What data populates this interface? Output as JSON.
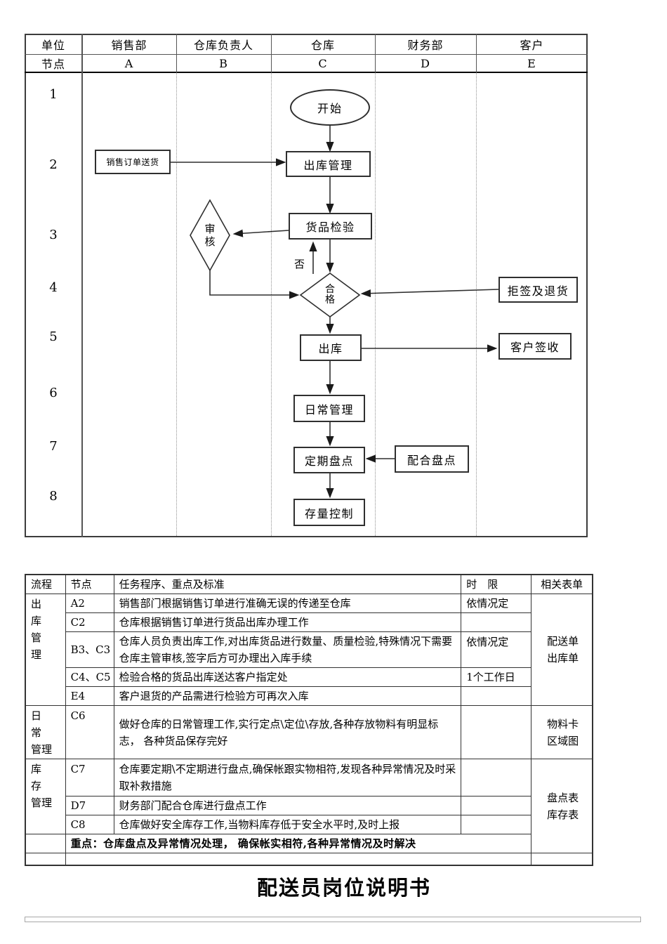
{
  "page_title": "配送员岗位说明书",
  "flowchart": {
    "header": {
      "unit": "单位",
      "node": "节点",
      "columns": [
        {
          "name": "销售部",
          "code": "A"
        },
        {
          "name": "仓库负责人",
          "code": "B"
        },
        {
          "name": "仓库",
          "code": "C"
        },
        {
          "name": "财务部",
          "code": "D"
        },
        {
          "name": "客户",
          "code": "E"
        }
      ]
    },
    "row_numbers": [
      "1",
      "2",
      "3",
      "4",
      "5",
      "6",
      "7",
      "8"
    ],
    "nodes": {
      "start": "开始",
      "sales_order": "销售订单送货",
      "outbound_mgmt": "出库管理",
      "review": "审核",
      "inspection": "货品检验",
      "no_label": "否",
      "qualified": "合格",
      "refuse_return": "拒签及退货",
      "outbound": "出库",
      "customer_sign": "客户签收",
      "daily_mgmt": "日常管理",
      "periodic_count": "定期盘点",
      "assist_count": "配合盘点",
      "stock_control": "存量控制"
    }
  },
  "process_table": {
    "headers": {
      "process": "流程",
      "node": "节点",
      "task": "任务程序、重点及标准",
      "time": "时　限",
      "forms": "相关表单"
    },
    "groups": {
      "outbound": "出　库\n管　理",
      "daily": "日　常\n管理",
      "inventory": "库　存\n管理"
    },
    "forms": {
      "outbound": "配送单\n出库单",
      "daily": "物料卡\n区域图",
      "inventory": "盘点表\n库存表"
    },
    "rows": [
      {
        "node": "A2",
        "task": "销售部门根据销售订单进行准确无误的传递至仓库",
        "time": "依情况定"
      },
      {
        "node": "C2",
        "task": "仓库根据销售订单进行货品出库办理工作",
        "time": ""
      },
      {
        "node": "B3、C3",
        "task": "仓库人员负责出库工作,对出库货品进行数量、质量检验,特殊情况下需要仓库主管审核,签字后方可办理出入库手续",
        "time": "依情况定"
      },
      {
        "node": "C4、C5",
        "task": "检验合格的货品出库送达客户指定处",
        "time": "1个工作日"
      },
      {
        "node": "E4",
        "task": "客户退货的产品需进行检验方可再次入库",
        "time": ""
      },
      {
        "node": "C6",
        "task": "做好仓库的日常管理工作,实行定点\\定位\\存放,各种存放物料有明显标志， 各种货品保存完好",
        "time": ""
      },
      {
        "node": "C7",
        "task": "仓库要定期\\不定期进行盘点,确保帐跟实物相符,发现各种异常情况及时采取补救措施",
        "time": ""
      },
      {
        "node": "D7",
        "task": "财务部门配合仓库进行盘点工作",
        "time": ""
      },
      {
        "node": "C8",
        "task": "仓库做好安全库存工作,当物料库存低于安全水平时,及时上报",
        "time": ""
      }
    ],
    "highlight": "重点：仓库盘点及异常情况处理， 确保帐实相符,各种异常情况及时解决"
  }
}
